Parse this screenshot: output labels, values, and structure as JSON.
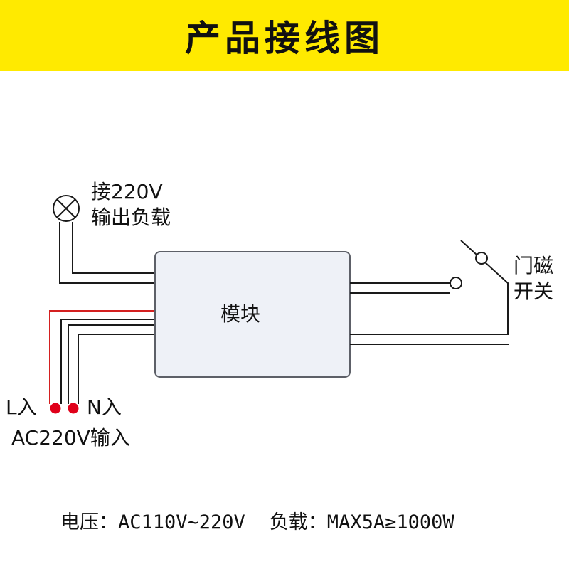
{
  "header": {
    "title": "产品接线图",
    "background_color": "#ffea00"
  },
  "diagram": {
    "load": {
      "icon": "lamp-icon",
      "label_line1": "接220V",
      "label_line2": "输出负载"
    },
    "module": {
      "label": "模块"
    },
    "switch": {
      "icon": "switch-contact-icon",
      "label_line1": "门磁",
      "label_line2": "开关"
    },
    "input": {
      "l_label": "L入",
      "n_label": "N入",
      "ac_label": "AC220V输入",
      "l_wire_color": "#d42020",
      "terminal_color": "#e0001a"
    }
  },
  "specs": {
    "voltage": "电压：AC110V~220V",
    "load": "负载：MAX5A≥1000W"
  }
}
